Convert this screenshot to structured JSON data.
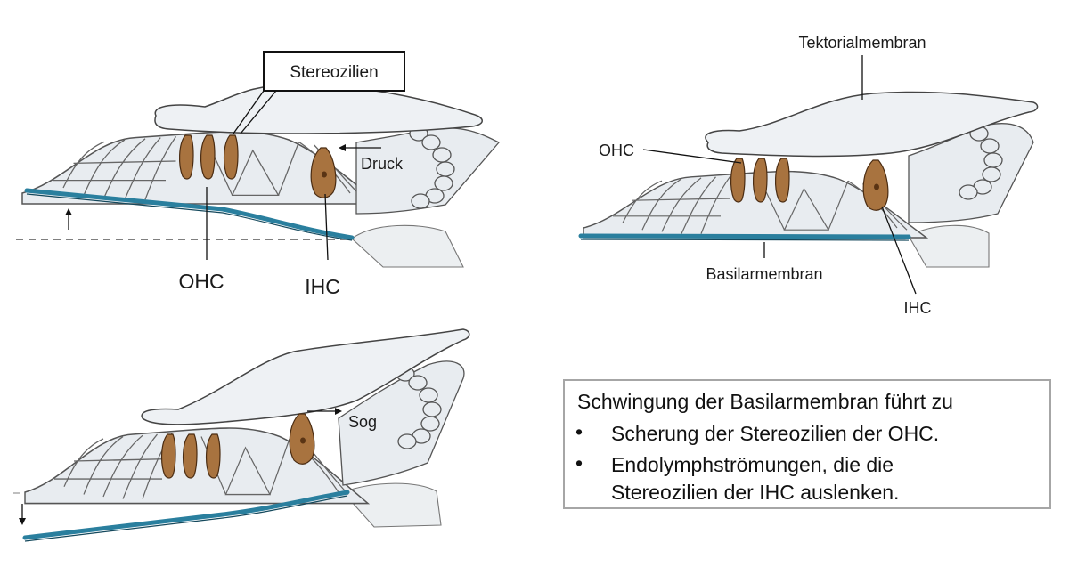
{
  "diagram": {
    "top_left": {
      "labels": {
        "stereozilien": "Stereozilien",
        "druck": "Druck",
        "ohc": "OHC",
        "ihc": "IHC"
      }
    },
    "top_right": {
      "labels": {
        "tektorialmembran": "Tektorialmembran",
        "ohc": "OHC",
        "basilarmembran": "Basilarmembran",
        "ihc": "IHC"
      }
    },
    "bottom_left": {
      "labels": {
        "sog": "Sog"
      }
    }
  },
  "caption": {
    "title": "Schwingung der Basilarmembran führt zu",
    "bullets": [
      "Scherung der Stereozilien der OHC.",
      "Endolymphströmungen, die die"
    ],
    "bullet_continuation": "Stereozilien der IHC auslenken.",
    "bullet_symbol": "•"
  },
  "colors": {
    "basilar_membrane": "#2a7f9e",
    "hair_cell": "#a8733f",
    "caption_border": "#a6a6a6"
  }
}
